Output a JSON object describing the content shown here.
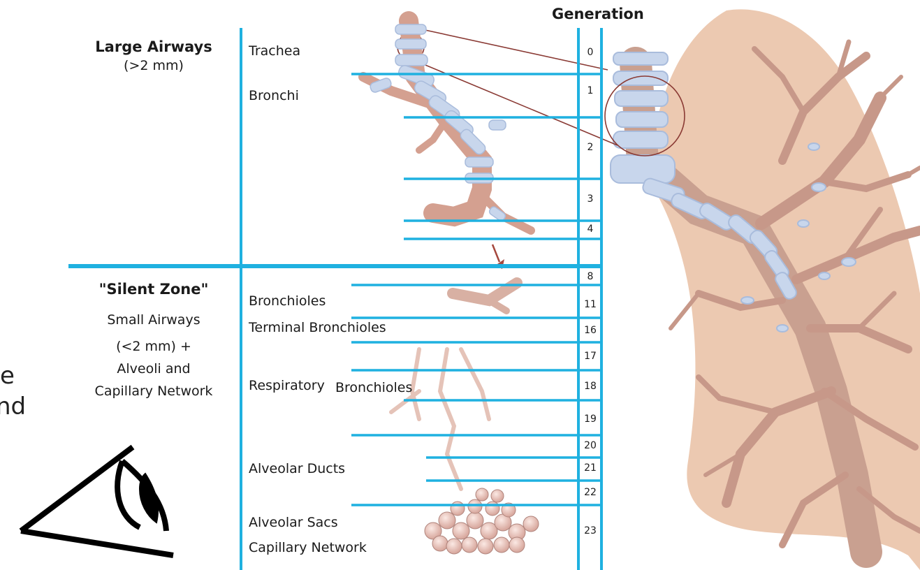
{
  "header": {
    "generation_title": "Generation"
  },
  "zones": {
    "large_airways": {
      "title": "Large Airways",
      "subtitle": "(>2 mm)"
    },
    "silent_zone": {
      "title": "\"Silent Zone\"",
      "lines": [
        "Small Airways",
        "(<2 mm) +",
        "Alveoli and",
        "Capillary Network"
      ]
    }
  },
  "structures": {
    "trachea": "Trachea",
    "bronchi": "Bronchi",
    "bronchioles": "Bronchioles",
    "terminal_bronchioles": "Terminal Bronchioles",
    "respiratory_word": "Respiratory",
    "respiratory_bronchioles": "Bronchioles",
    "alveolar_ducts": "Alveolar Ducts",
    "alveolar_sacs": "Alveolar Sacs",
    "capillary_network": "Capillary Network"
  },
  "generations": [
    "0",
    "1",
    "2",
    "3",
    "4",
    "8",
    "11",
    "16",
    "17",
    "18",
    "19",
    "20",
    "21",
    "22",
    "23"
  ],
  "clipped_text": {
    "line1": "e",
    "line2": "nd"
  },
  "colors": {
    "divider": "#1fb1e0",
    "lung": "#ecc9b1",
    "airway": "#d4a090",
    "cartilage": "#c8d6ec",
    "magnifier": "#8a3a34"
  },
  "icons": {
    "eye": "eye-icon"
  }
}
